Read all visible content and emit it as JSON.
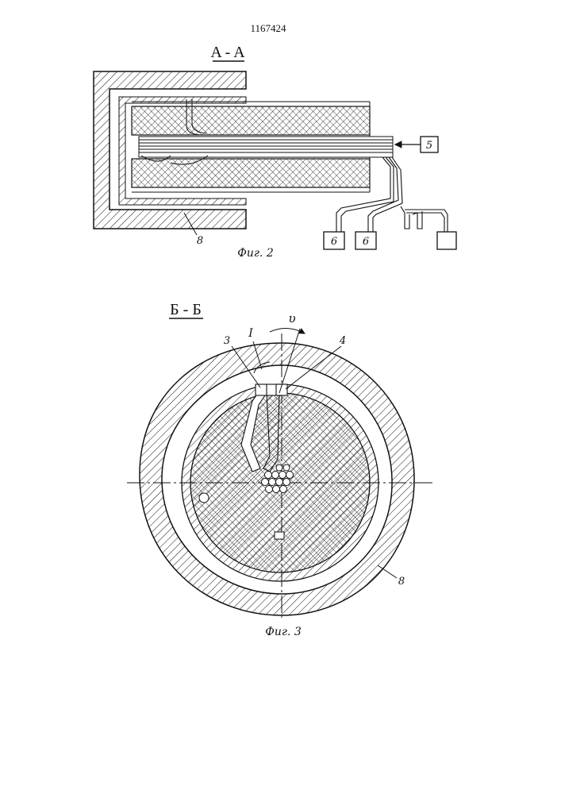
{
  "patent_number": "1167424",
  "figure2": {
    "section_label": "A - A",
    "caption": "Фиг. 2",
    "labels": {
      "box_5": "5",
      "box_6a": "6",
      "box_6b": "6",
      "wall_8": "8"
    }
  },
  "figure3": {
    "section_label": "Б - Б",
    "caption": "Фиг. 3",
    "labels": {
      "item_3": "3",
      "item_I": "I",
      "angle": "υ",
      "item_4": "4",
      "wall_8": "8"
    }
  }
}
